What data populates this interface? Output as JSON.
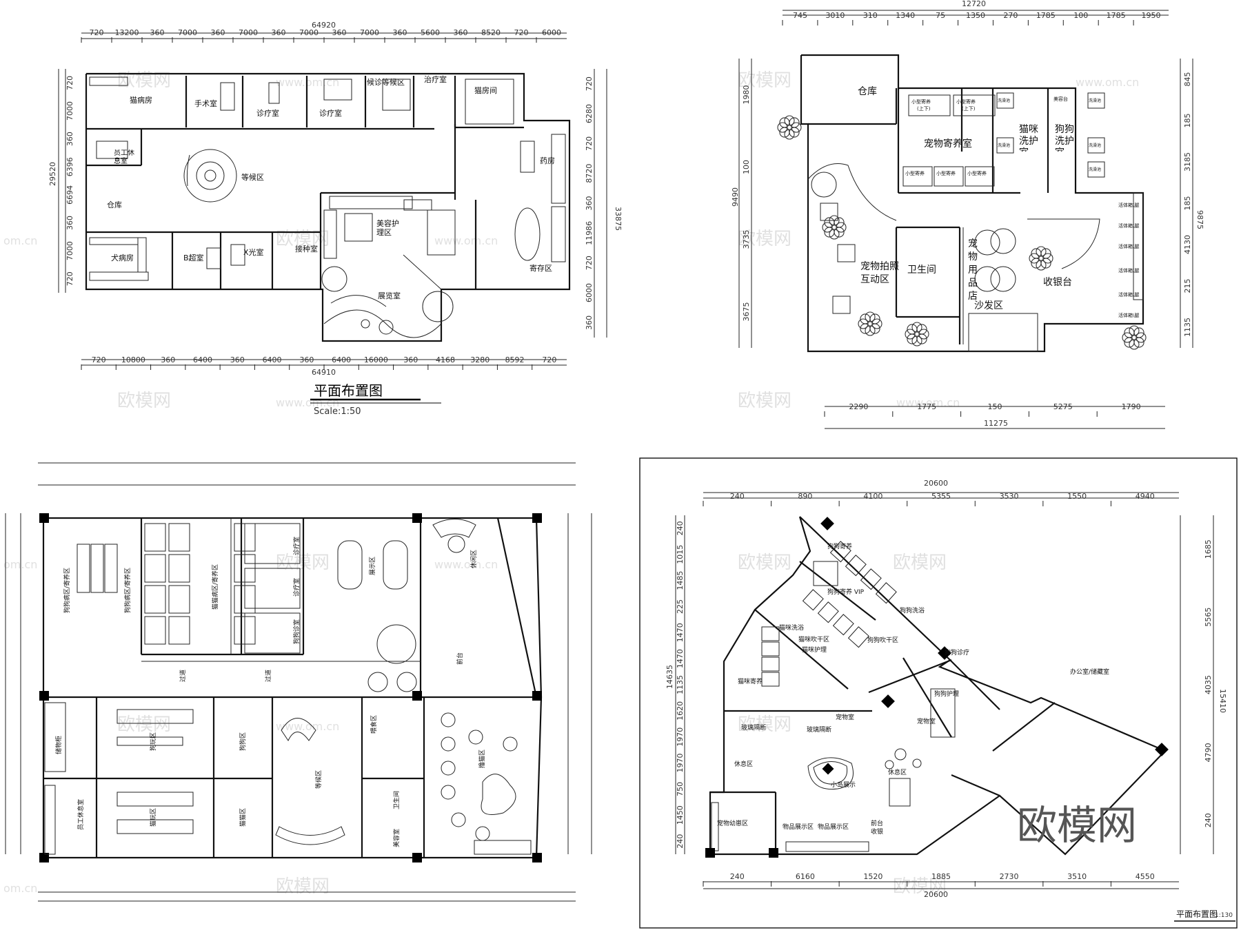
{
  "watermarks": {
    "brand": "欧模网",
    "site": "www.om.cn",
    "site_short": "om.cn"
  },
  "logo": "欧模网",
  "plan1": {
    "title": "平面布置图",
    "scale": "Scale:1:50",
    "total_top": "64920",
    "total_bottom": "64910",
    "top_dims": [
      "720",
      "13200",
      "360",
      "7000",
      "360",
      "7000",
      "360",
      "7000",
      "360",
      "7000",
      "360",
      "5600",
      "360",
      "8520",
      "720",
      "6000"
    ],
    "bottom_dims": [
      "720",
      "10800",
      "360",
      "6400",
      "360",
      "6400",
      "360",
      "6400",
      "16000",
      "360",
      "4168",
      "3280",
      "8592",
      "720"
    ],
    "left_dims": [
      "720",
      "7000",
      "360",
      "6396",
      "6694",
      "360",
      "7000",
      "720"
    ],
    "left_total": "29520",
    "right_dims": [
      "720",
      "6280",
      "720",
      "8720",
      "360",
      "11986",
      "720",
      "6000",
      "360"
    ],
    "right_total": "33875",
    "rooms": {
      "cat_ward": "猫病房",
      "surgery": "手术室",
      "clinic1": "诊疗室",
      "clinic2": "诊疗室",
      "waiting_area2": "候诊等候区",
      "treatment": "治疗室",
      "cat_room": "猫房间",
      "staff_rest": "员工休息室",
      "waiting": "等候区",
      "pharmacy": "药房",
      "storage": "仓库",
      "grooming": "美容护理区",
      "dog_ward": "犬病房",
      "ultrasound": "B超室",
      "xray": "X光室",
      "vaccine": "接种室",
      "exhibition": "展览室",
      "boarding": "寄存区"
    }
  },
  "plan2": {
    "total_top": "12720",
    "top_dims": [
      "745",
      "3010",
      "310",
      "1340",
      "75",
      "1350",
      "270",
      "1785",
      "100",
      "1785",
      "1950"
    ],
    "bottom_dims": [
      "2290",
      "1775",
      "150",
      "5275",
      "1790"
    ],
    "bottom_total": "11275",
    "left_dims": [
      "1980",
      "100",
      "3735",
      "3675"
    ],
    "left_total": "9490",
    "right_dims": [
      "845",
      "185",
      "3185",
      "185",
      "4130",
      "215",
      "1135"
    ],
    "right_total": "9875",
    "rooms": {
      "storage": "仓库",
      "boarding": "宠物寄养室",
      "cat_wash": "猫咪洗护室",
      "dog_wash": "狗狗洗护室",
      "photo": "宠物拍照互动区",
      "toilet": "卫生间",
      "shop": "宠物用品店",
      "sofa": "沙发区",
      "cashier": "收银台"
    },
    "small_labels": {
      "cage_small": "小型寄养",
      "cage_updown": "(上下)",
      "bath": "洗澡池",
      "beauty_table": "美容台",
      "living_cabinet": "活体箱\\腿"
    }
  },
  "plan3": {
    "rooms": {
      "dog_ward": "狗狗病区/寄养区",
      "cat_ward": "猫猫病区/寄养区",
      "consult1": "诊疗室",
      "consult2": "诊疗室",
      "consult3": "狗狗诊室",
      "show": "展示区",
      "rest": "休闲区",
      "corridor1": "过道",
      "corridor2": "过道",
      "front": "前台",
      "dog_play": "狗玩区",
      "cat_play": "猫玩区",
      "dog_area": "狗狗区",
      "cat_area": "猫猫区",
      "staff": "员工休息室",
      "storage": "储物柜",
      "waiting": "等候区",
      "feed": "喂食区",
      "toilet": "卫生间",
      "beauty": "美容室",
      "cat_zone": "撸猫区"
    }
  },
  "plan4": {
    "title": "平面布置图",
    "scale": "1:130",
    "total": "20600",
    "top_dims": [
      "240",
      "890",
      "4100",
      "5355",
      "3530",
      "1550",
      "4940"
    ],
    "bottom_dims": [
      "240",
      "6160",
      "1520",
      "1885",
      "2730",
      "3510",
      "4550"
    ],
    "left_dims": [
      "240",
      "1015",
      "1485",
      "225",
      "1470",
      "1470",
      "1135",
      "1620",
      "1970",
      "1970",
      "750",
      "1450",
      "240"
    ],
    "left_total": "14635",
    "right_dims": [
      "1685",
      "5565",
      "4035",
      "4790",
      "240"
    ],
    "right_total": "15410",
    "rooms": {
      "dog_boarding": "狗狗寄养",
      "dog_vip": "狗狗寄养 VIP",
      "dog_wash": "狗狗洗浴",
      "cat_wash": "猫咪洗浴",
      "dog_dry": "狗狗吹干区",
      "cat_dry": "猫咪吹干区",
      "cat_beauty": "猫咪护理",
      "dog_clinic": "狗狗诊疗",
      "dog_care": "狗狗护理",
      "cat_boarding": "猫咪寄养",
      "office": "办公室/储藏室",
      "pet_room": "宠物室",
      "glass": "玻璃隔断",
      "glass2": "玻璃隔断",
      "rest1": "休息区",
      "rest2": "休息区",
      "island": "小岛展示",
      "pet_young": "宠物幼崽区",
      "display1": "物品展示区",
      "display2": "物品展示区",
      "front": "前台收银"
    }
  }
}
